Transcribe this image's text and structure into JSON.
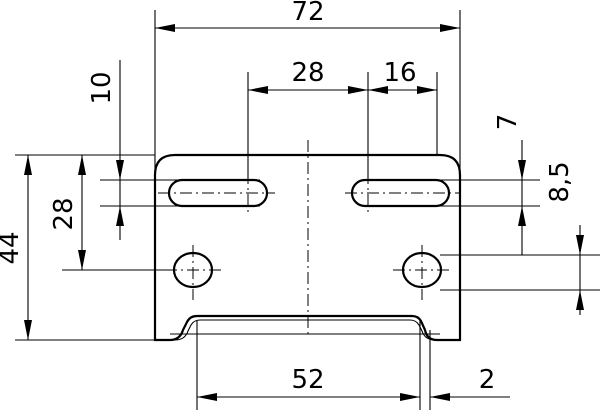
{
  "drawing": {
    "dimensions": {
      "overall_width": "72",
      "slot_spacing": "28",
      "slot_length": "16",
      "slot_offset_top": "10",
      "hole_offset_right": "7",
      "slot_hole_spacing": "8,5",
      "hole_height": "28",
      "overall_height": "44",
      "hole_spacing": "52",
      "thickness": "2"
    }
  }
}
